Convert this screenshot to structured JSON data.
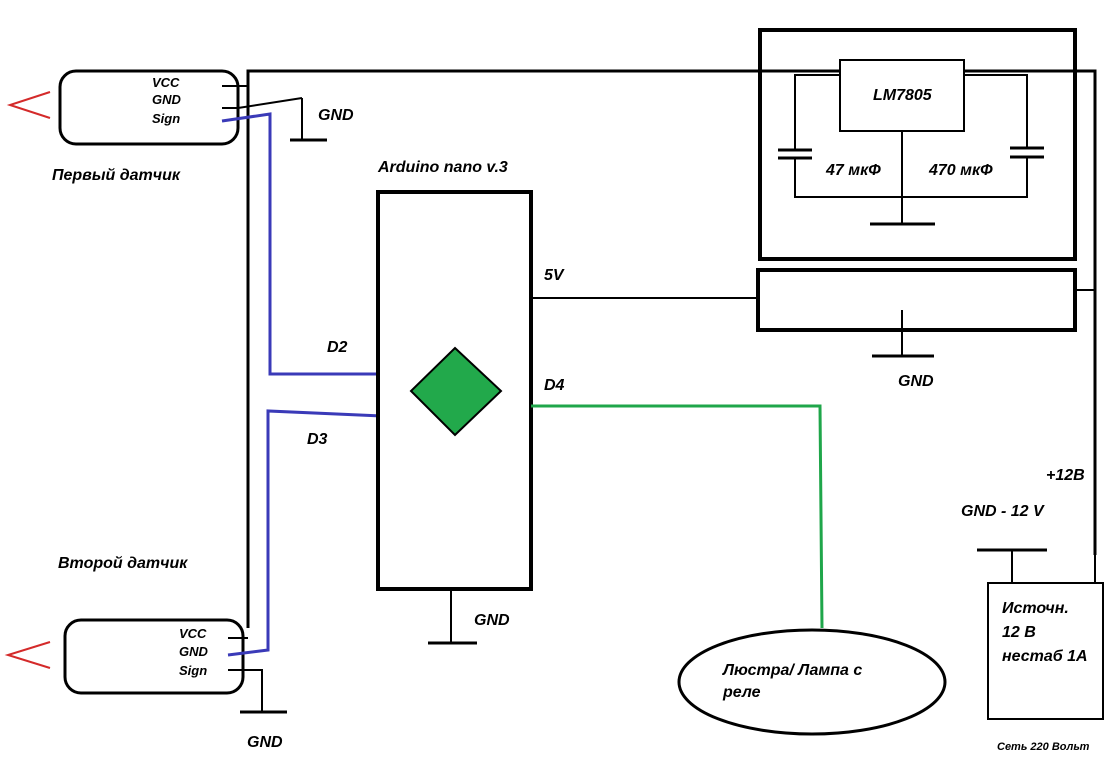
{
  "colors": {
    "wire": "#000000",
    "signal_wire": "#3a3ab8",
    "output_wire": "#1fa64a",
    "arrow": "#d42a2a",
    "led_fill": "#22a94b"
  },
  "sensor1": {
    "pins": [
      "VCC",
      "GND",
      "Sign"
    ],
    "caption": "Первый датчик",
    "gnd_label": "GND"
  },
  "sensor2": {
    "pins": [
      "VCC",
      "GND",
      "Sign"
    ],
    "caption": "Второй датчик",
    "gnd_label": "GND"
  },
  "arduino": {
    "title": "Arduino nano v.3",
    "pin_d2": "D2",
    "pin_d3": "D3",
    "pin_5v": "5V",
    "pin_d4": "D4",
    "gnd_label": "GND"
  },
  "regulator": {
    "chip": "LM7805",
    "cap1": "47 мкФ",
    "cap2": "470 мкФ"
  },
  "rail_gnd_label": "GND",
  "power": {
    "plus_label": "+12В",
    "gnd_label": "GND - 12 V",
    "box_lines": [
      "Источн.",
      "12 В",
      "нестаб 1А"
    ],
    "mains_label": "Сеть 220 Вольт"
  },
  "lamp": {
    "lines": [
      "Люстра/ Лампа с",
      "реле"
    ]
  }
}
